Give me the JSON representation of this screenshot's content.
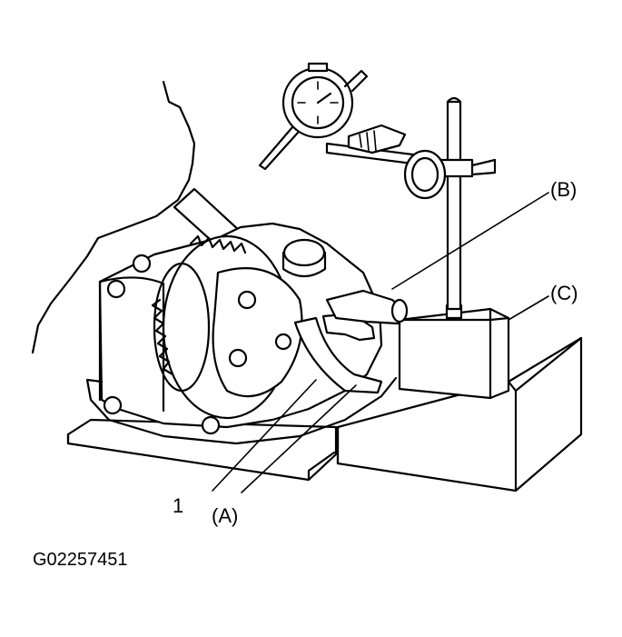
{
  "labels": {
    "b": "(B)",
    "c": "(C)",
    "one": "1",
    "a": "(A)"
  },
  "figure_code": "G02257451",
  "colors": {
    "ink": "#000000",
    "paper": "#ffffff"
  }
}
